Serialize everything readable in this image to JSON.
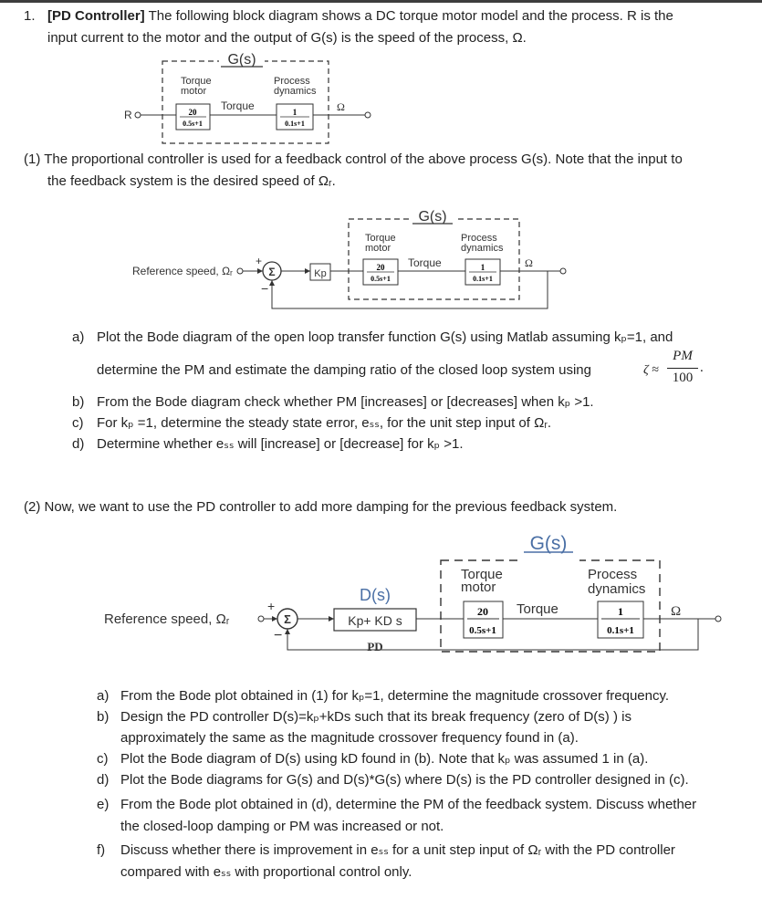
{
  "problem": {
    "number": "1.",
    "tag": "[PD Controller]",
    "intro_line1": "The following block diagram shows a DC torque motor model and the process. R is the",
    "intro_line2": "input current to the motor and the output of G(s) is the speed of the process, Ω."
  },
  "diagram_common": {
    "group_label": "G(s)",
    "motor_label_1": "Torque",
    "motor_label_2": "motor",
    "process_label_1": "Process",
    "process_label_2": "dynamics",
    "motor_num": "20",
    "motor_den": "0.5s+1",
    "torque_label": "Torque",
    "process_num": "1",
    "process_den": "0.1s+1",
    "output_label": "Ω",
    "input_label": "R",
    "sum_symbol": "Σ",
    "plus": "+",
    "minus": "−"
  },
  "part1": {
    "intro_line1": "(1) The proportional controller is used for a feedback control of the above process G(s). Note that the input to",
    "intro_line2": "the feedback system is the desired speed of Ωᵣ.",
    "ref_label": "Reference speed, Ωᵣ",
    "kp_label": "Kp",
    "questions": [
      {
        "letter": "a)",
        "lines": [
          "Plot the Bode diagram of the open loop transfer function G(s) using Matlab assuming kₚ=1, and",
          "determine the PM and estimate the damping ratio of the closed loop system using"
        ]
      },
      {
        "letter": "b)",
        "lines": [
          "From the Bode diagram check whether PM [increases] or [decreases] when kₚ >1."
        ]
      },
      {
        "letter": "c)",
        "lines": [
          "For kₚ =1, determine the steady state error, eₛₛ, for the unit step input of Ωᵣ."
        ]
      },
      {
        "letter": "d)",
        "lines": [
          "Determine whether eₛₛ will [increase] or [decrease] for kₚ >1."
        ]
      }
    ],
    "formula": {
      "zeta": "ζ ≈",
      "numerator": "PM",
      "denominator": "100",
      "period": "."
    }
  },
  "part2": {
    "intro": "(2) Now, we want to use the PD controller to add more damping for the previous feedback system.",
    "ref_label": "Reference speed, Ωᵣ",
    "ds_label": "D(s)",
    "pd_block_text": "Kp+ KD s",
    "pd_caption": "PD",
    "questions": [
      {
        "letter": "a)",
        "lines": [
          "From the Bode plot obtained in (1) for kₚ=1, determine the magnitude crossover frequency."
        ]
      },
      {
        "letter": "b)",
        "lines": [
          "Design the PD controller D(s)=kₚ+kDs such that its break frequency (zero of D(s) ) is",
          "approximately the same as the magnitude crossover frequency found in (a)."
        ]
      },
      {
        "letter": "c)",
        "lines": [
          "Plot the Bode diagram of D(s) using kD found in (b). Note that kₚ was assumed 1 in (a)."
        ]
      },
      {
        "letter": "d)",
        "lines": [
          "Plot the Bode diagrams for G(s) and D(s)*G(s) where D(s) is the PD controller designed in (c)."
        ]
      },
      {
        "letter": "e)",
        "lines": [
          "From the Bode plot obtained in (d), determine the PM of the feedback system. Discuss whether",
          "the closed-loop damping or PM was increased or not."
        ]
      },
      {
        "letter": "f)",
        "lines": [
          "Discuss whether there is improvement in eₛₛ for a unit step input of Ωᵣ with the PD controller",
          "compared with eₛₛ with proportional control only."
        ]
      }
    ]
  }
}
